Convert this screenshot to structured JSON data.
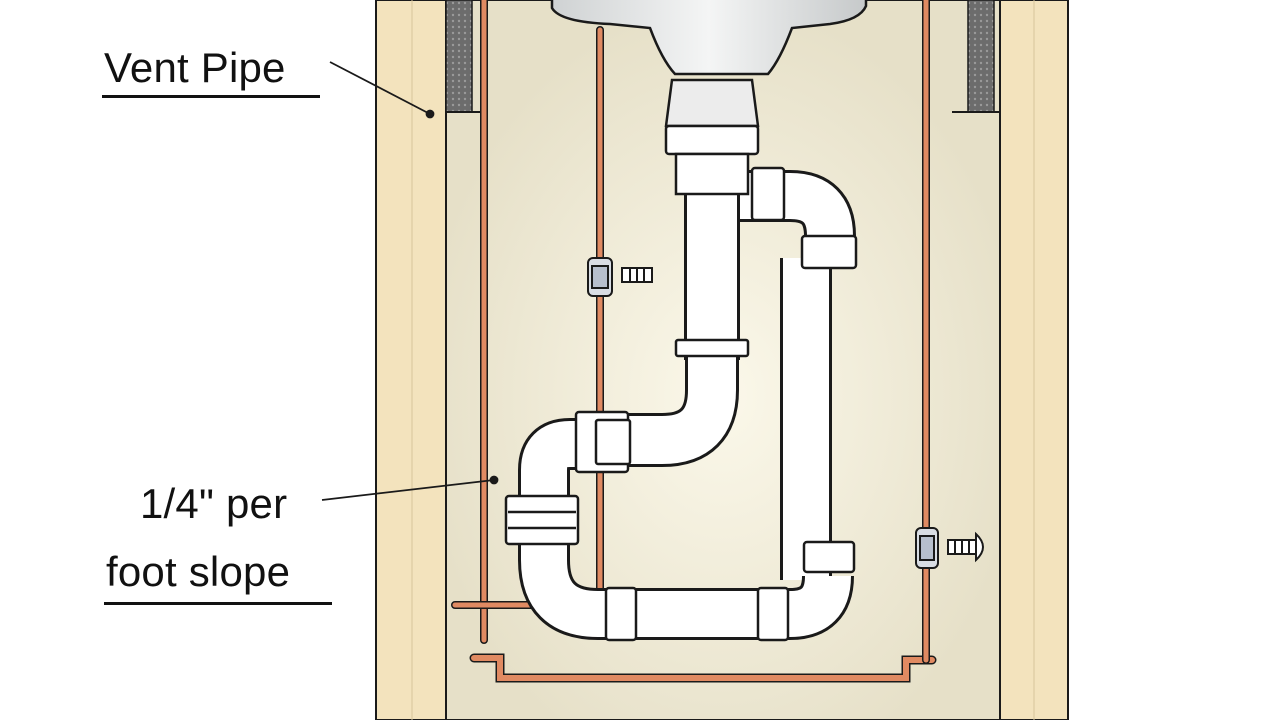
{
  "labels": {
    "vent_pipe": "Vent Pipe",
    "slope_line1": "1/4\" per",
    "slope_line2": "foot slope"
  },
  "colors": {
    "wall_wood": "#f3e3bd",
    "cavity_bg": "#f6f1df",
    "pvc": "#ffffff",
    "copper": "#e08a62",
    "outline": "#1a1a1a"
  }
}
